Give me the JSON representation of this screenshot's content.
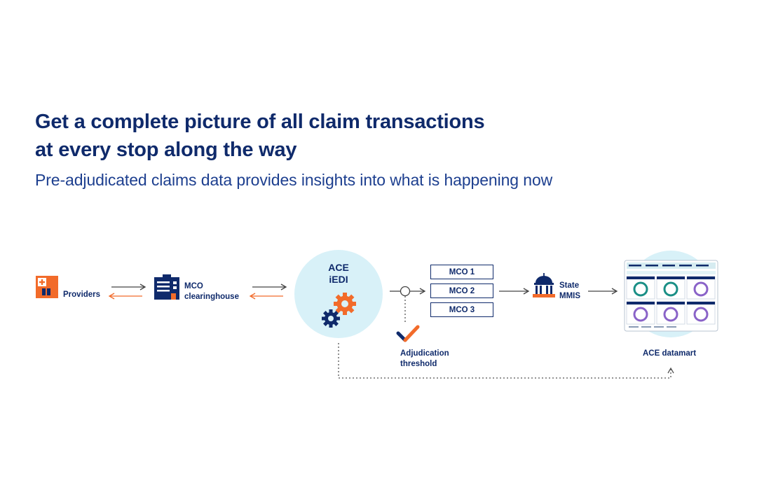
{
  "header": {
    "title_line1": "Get a complete picture of all claim transactions",
    "title_line2": "at every stop along the way",
    "subtitle": "Pre-adjudicated claims data provides insights into what is happening now"
  },
  "nodes": {
    "providers": "Providers",
    "clearinghouse_line1": "MCO",
    "clearinghouse_line2": "clearinghouse",
    "ace_line1": "ACE",
    "ace_line2": "iEDI",
    "adjudication_line1": "Adjudication",
    "adjudication_line2": "threshold",
    "mco_boxes": [
      "MCO 1",
      "MCO 2",
      "MCO 3"
    ],
    "state_line1": "State",
    "state_line2": "MMIS",
    "datamart": "ACE datamart"
  },
  "icons": {
    "providers": "hospital-icon",
    "clearinghouse": "building-icon",
    "ace": "gears-icon",
    "adjudication": "checkmark-icon",
    "state": "government-building-icon",
    "datamart": "dashboard-icon"
  },
  "colors": {
    "navy": "#0f2a6b",
    "orange": "#f26b2a",
    "light_blue": "#d8f1f8",
    "teal": "#1a8f86",
    "purple": "#8a63c8"
  }
}
